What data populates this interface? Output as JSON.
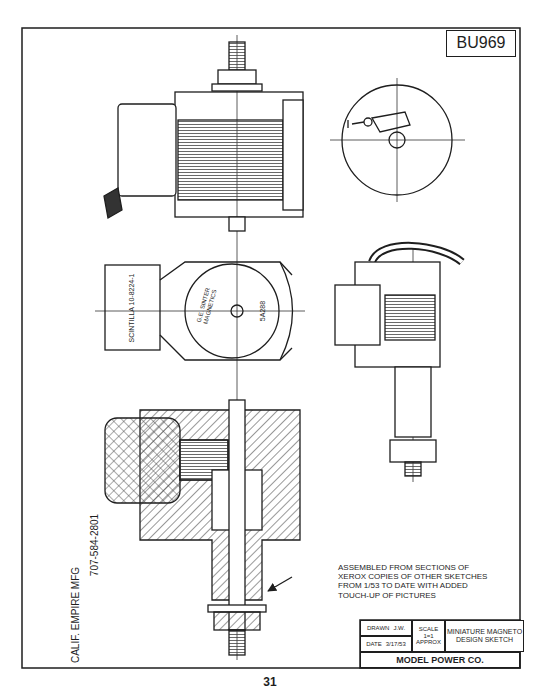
{
  "diagram": {
    "nodes": [
      {
        "text": [
          "BU969"
        ]
      },
      {
        "text": [
          "DRAWN",
          "J.W."
        ]
      },
      {
        "text": [
          "DATE",
          "3/17/53"
        ]
      },
      {
        "text": [
          "SCALE",
          "1=1",
          "APPROX"
        ]
      },
      {
        "text": [
          "MINIATURE MAGNETO DESIGN SKETCH"
        ]
      },
      {
        "text": [
          "MODEL POWER CO."
        ]
      }
    ],
    "labels": [
      "SCINTILLA 10-8224-1",
      "G.E. SINTER MAGNETICS",
      "5A288",
      "CALIF. EMPIRE MFG",
      "707-584-2801",
      "ASSEMBLED FROM SECTIONS OF XEROX COPIES OF OTHER SKETCHES FROM 1/53 TO DATE WITH ADDED TOUCH-UP OF PICTURES",
      "31"
    ]
  }
}
